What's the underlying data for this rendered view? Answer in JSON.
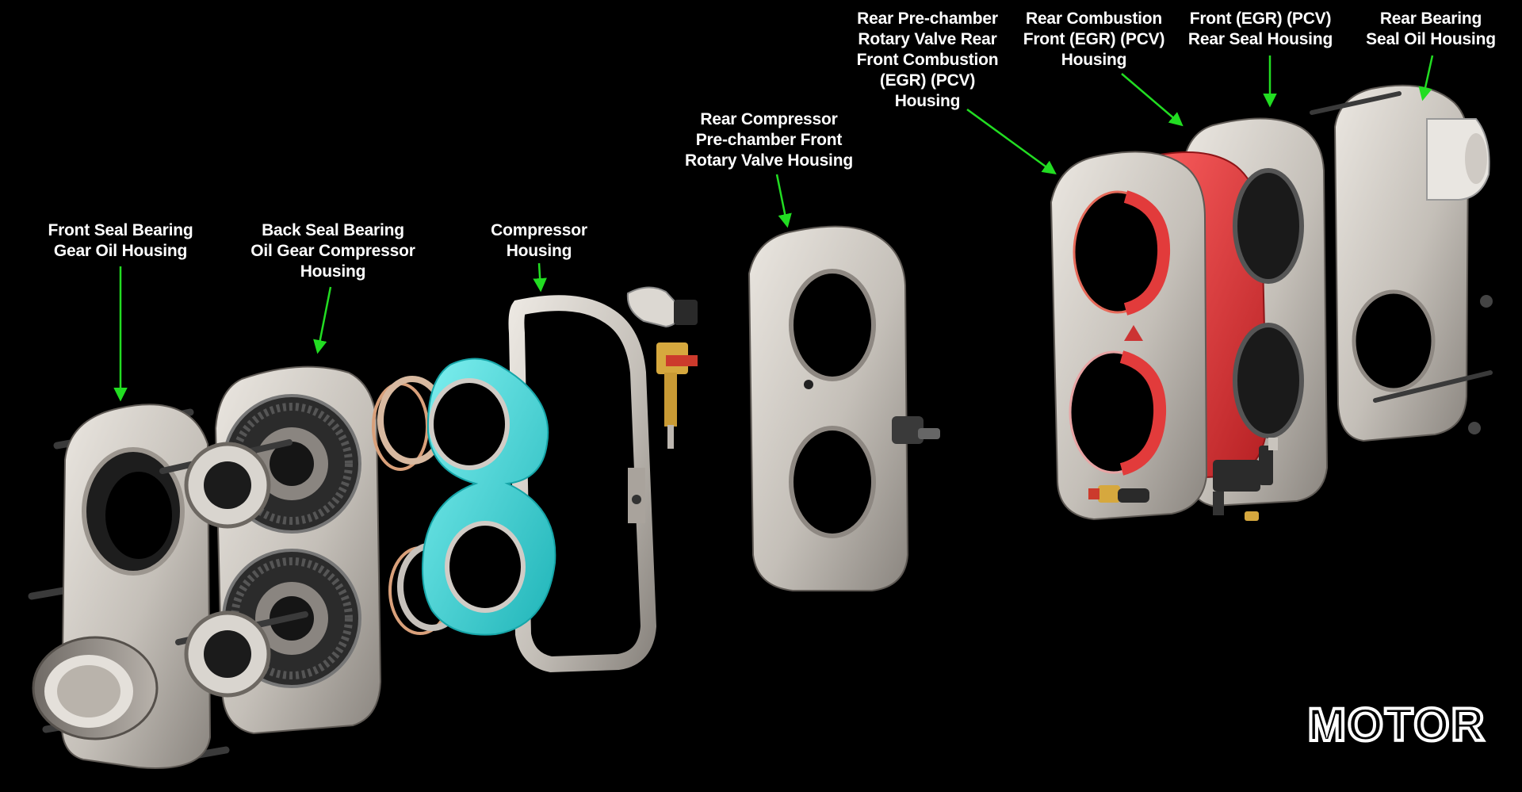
{
  "diagram": {
    "callouts": [
      {
        "id": "front-seal-bearing-gear-oil-housing",
        "text": "Front Seal Bearing\nGear Oil Housing"
      },
      {
        "id": "back-seal-bearing-oil-gear-compressor-housing",
        "text": "Back Seal Bearing\nOil Gear Compressor\nHousing"
      },
      {
        "id": "compressor-housing",
        "text": "Compressor\nHousing"
      },
      {
        "id": "rear-compressor-pre-chamber-front-rotary-valve-housing",
        "text": "Rear Compressor\nPre-chamber Front\nRotary Valve Housing"
      },
      {
        "id": "rear-pre-chamber-rotary-valve-rear-front-combustion-housing",
        "text": "Rear Pre-chamber\nRotary Valve Rear\nFront Combustion\n(EGR) (PCV)\nHousing"
      },
      {
        "id": "rear-combustion-front-egr-pcv-housing",
        "text": "Rear Combustion\nFront (EGR) (PCV)\nHousing"
      },
      {
        "id": "front-egr-pcv-rear-seal-housing",
        "text": "Front (EGR) (PCV)\nRear Seal Housing"
      },
      {
        "id": "rear-bearing-seal-oil-housing",
        "text": "Rear Bearing\nSeal Oil Housing"
      }
    ],
    "logo": {
      "text": "MOTOR"
    }
  },
  "colors": {
    "background": "#000000",
    "label_text": "#ffffff",
    "arrow": "#22dd22",
    "metal": "#c9c4bd",
    "metal_dark": "#7d7872",
    "teal_seal": "#3fd3d6",
    "red_housing": "#e23b3b",
    "logo": "#ffffff"
  }
}
